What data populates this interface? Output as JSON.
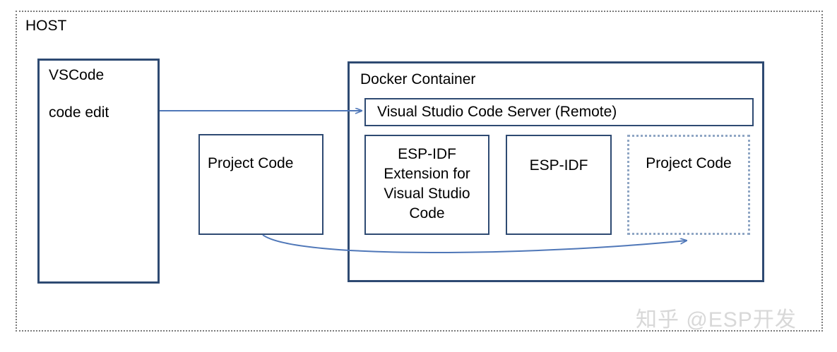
{
  "diagram": {
    "host": {
      "label": "HOST",
      "border_style": "dotted",
      "border_color": "#7b7b7b"
    },
    "vscode": {
      "title": "VSCode",
      "subtitle": "code edit",
      "border_color": "#2e4a72"
    },
    "host_project_code": {
      "label": "Project Code",
      "border_color": "#2e4a72"
    },
    "docker": {
      "title": "Docker Container",
      "border_color": "#2e4a72",
      "server": {
        "label": "Visual Studio Code Server (Remote)"
      },
      "components": [
        {
          "label": "ESP-IDF Extension for Visual Studio Code",
          "border_style": "solid",
          "border_color": "#2e4a72"
        },
        {
          "label": "ESP-IDF",
          "border_style": "solid",
          "border_color": "#2e4a72"
        },
        {
          "label": "Project Code",
          "border_style": "dotted",
          "border_color": "#8fa6c4"
        }
      ]
    },
    "connectors": [
      {
        "name": "code-edit-to-server",
        "from": "VSCode",
        "to": "Visual Studio Code Server (Remote)",
        "style": "straight-arrow",
        "color": "#4f77b8"
      },
      {
        "name": "project-code-sync",
        "from": "Project Code (host)",
        "to": "Project Code (container)",
        "style": "curved-arrow",
        "color": "#4f77b8"
      }
    ],
    "watermark": "知乎 @ESP开发",
    "accent_color": "#2e4a72",
    "arrow_color": "#4f77b8"
  }
}
